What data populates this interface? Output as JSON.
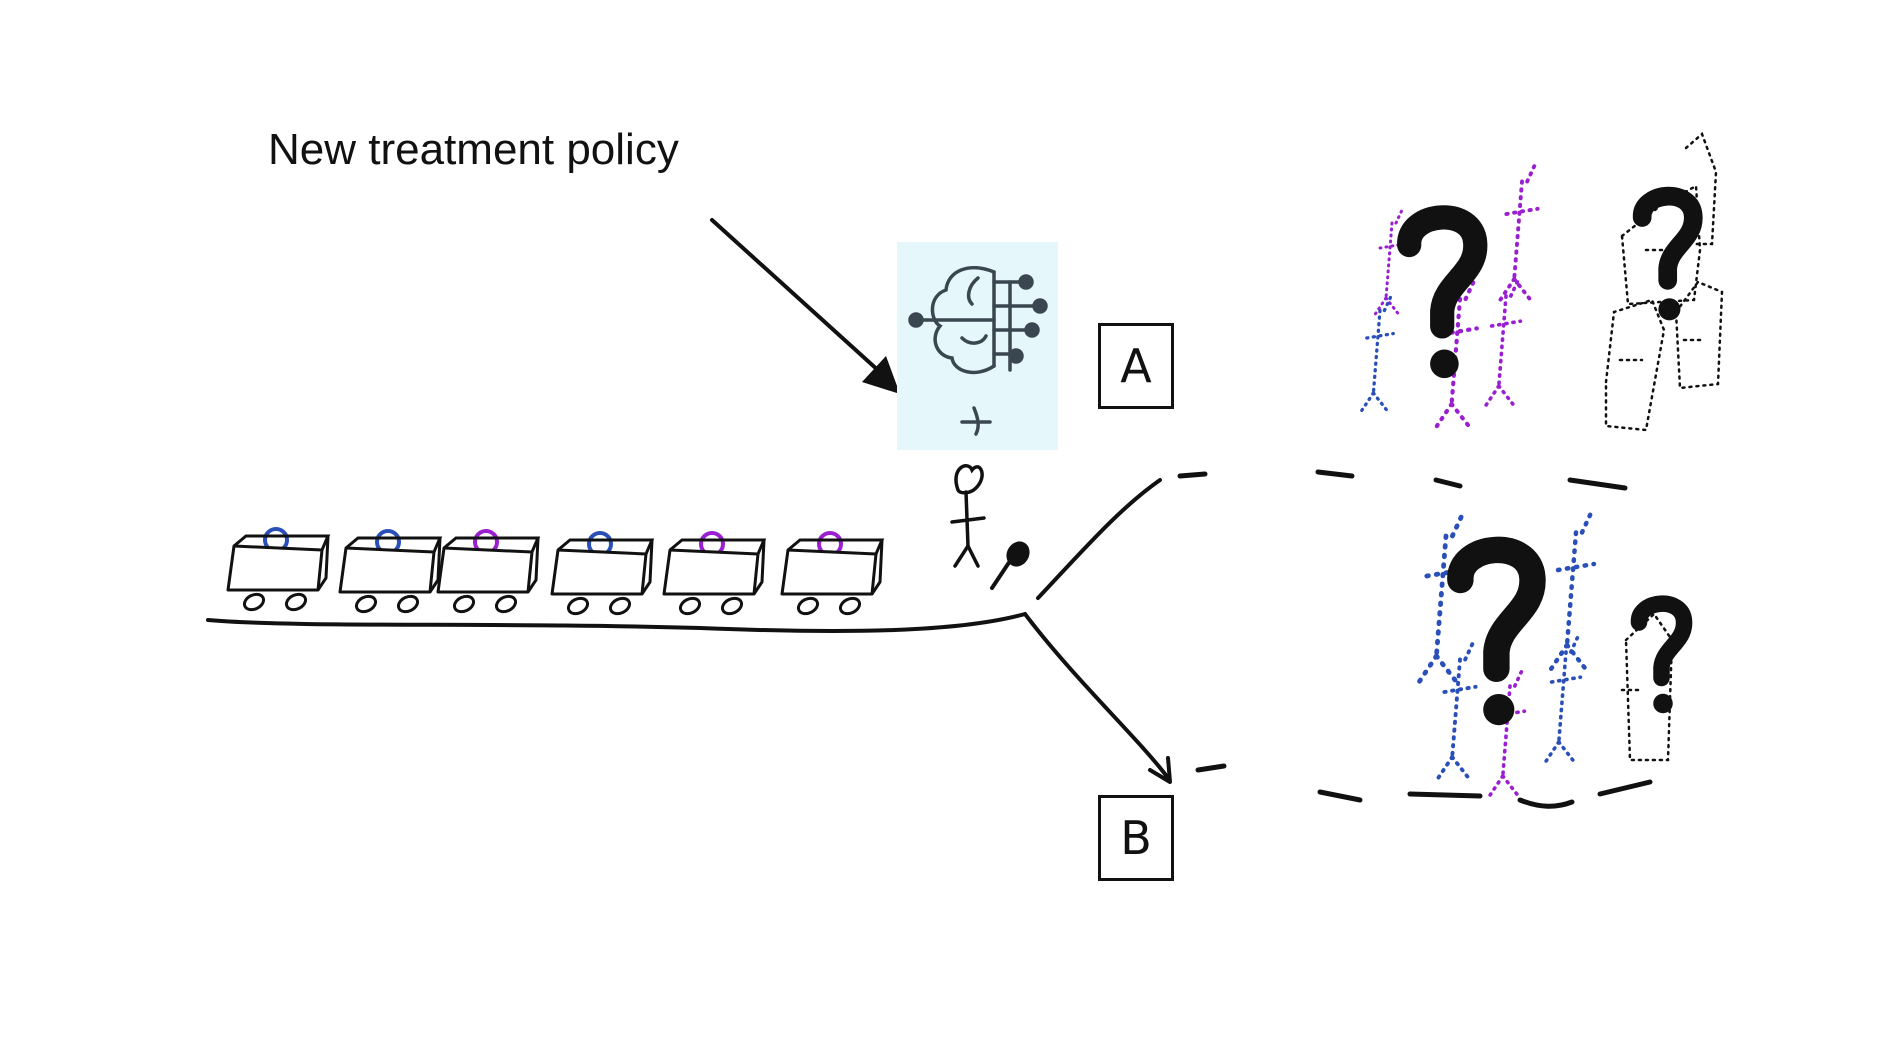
{
  "caption": "New treatment policy",
  "tracks": {
    "a_label": "A",
    "b_label": "B"
  },
  "colors": {
    "blue": "#2b4fb8",
    "purple": "#9a1fd0",
    "ink": "#111111",
    "ai_box": "#e6f7fb",
    "ai_icon": "#3a4750"
  },
  "icons": {
    "ai": "brain-circuit-icon",
    "uncertainty": "question-mark-icon"
  }
}
